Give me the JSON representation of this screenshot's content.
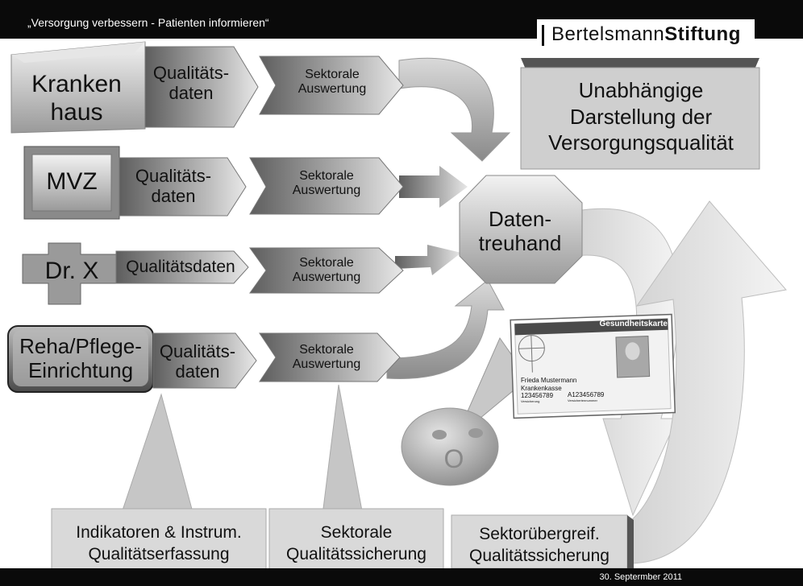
{
  "header": {
    "subtitle": "„Versorgung verbessern - Patienten informieren“",
    "brand_regular": "Bertelsmann",
    "brand_bold": "Stiftung"
  },
  "footer": {
    "date": "30. Septermber 2011"
  },
  "sources": [
    {
      "label": "Kranken\nhaus",
      "data": "Qualitäts-\ndaten",
      "eval": "Sektorale\nAuswertung"
    },
    {
      "label": "MVZ",
      "data": "Qualitäts-\ndaten",
      "eval": "Sektorale\nAuswertung"
    },
    {
      "label": "Dr. X",
      "data": "Qualitätsdaten",
      "eval": "Sektorale\nAuswertung"
    },
    {
      "label": "Reha/Pflege-\nEinrichtung",
      "data": "Qualitäts-\ndaten",
      "eval": "Sektorale\nAuswertung"
    }
  ],
  "trustee": "Daten-\ntreuhand",
  "independent_box": "Unabhängige\nDarstellung der\nVersorgungsqualität",
  "card": {
    "title": "Gesundheitskarte",
    "name": "Frieda Mustermann",
    "insurer": "Krankenkasse",
    "number1": "123456789",
    "number2": "A123456789",
    "caption1": "Versicherung",
    "caption2": "Versichertennummer"
  },
  "smiley_mouth": "O",
  "bottom_boxes": [
    "Indikatoren & Instrum.\nQualitätserfassung",
    "Sektorale\nQualitätssicherung",
    "Sektorübergreif.\nQualitätssicherung"
  ]
}
